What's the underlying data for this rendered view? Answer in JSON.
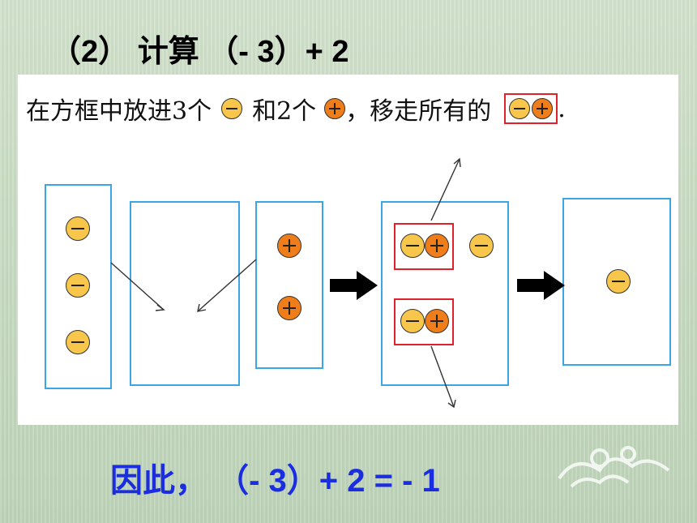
{
  "title": "（2） 计算 （- 3）+ 2",
  "instruction": {
    "part1": "在方框中放进3个",
    "part2": "和2个",
    "part3": "，移走所有的",
    "part4": "."
  },
  "conclusion": "因此， （- 3）+  2  = - 1",
  "colors": {
    "negative_token": "#f7c64b",
    "positive_token": "#ee7d1a",
    "box_border": "#3aa6e4",
    "pair_highlight": "#e0202a",
    "conclusion_text": "#1a2de0"
  }
}
